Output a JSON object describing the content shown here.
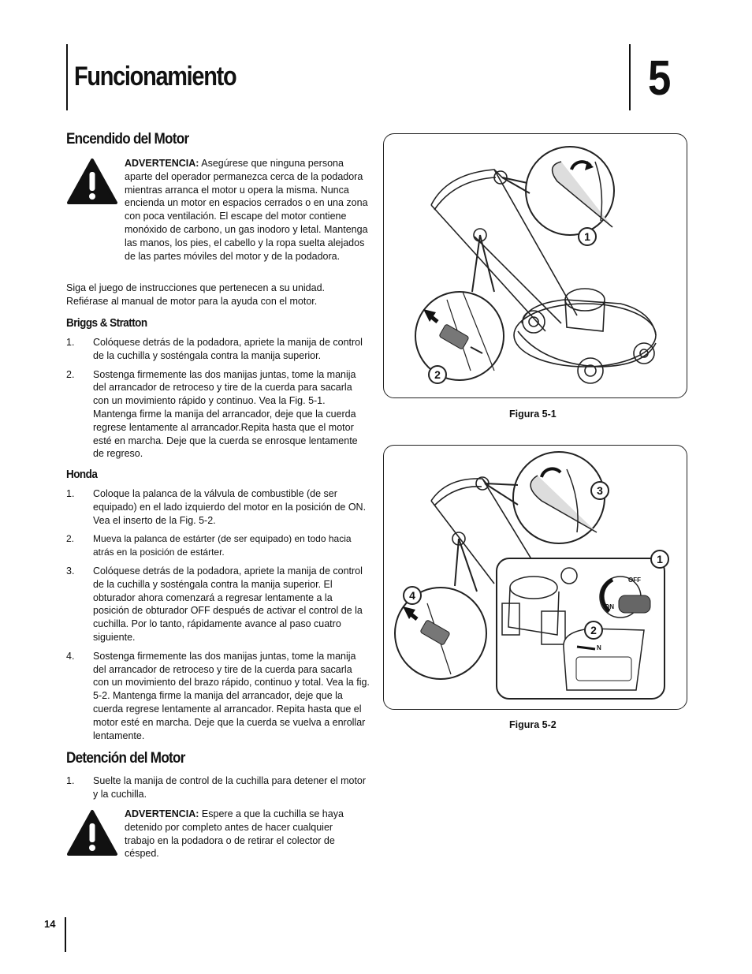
{
  "header": {
    "title": "Funcionamiento",
    "chapter_number": "5"
  },
  "section_start": {
    "heading": "Encendido del Motor",
    "warning_label": "ADVERTENCIA:",
    "warning_text": " Asegúrese que ninguna persona aparte del operador permanezca cerca de la podadora mientras arranca el motor u opera la misma. Nunca encienda un motor en espacios cerrados o en una zona con poca ventilación. El escape del motor contiene monóxido de carbono, un gas inodoro y letal. Mantenga las manos, los pies, el cabello y la ropa suelta alejados de las partes móviles del motor y de la podadora.",
    "intro": "Siga el juego de instrucciones que pertenecen a su unidad. Refiérase al manual de motor para la ayuda con el motor.",
    "briggs": {
      "heading": "Briggs & Stratton",
      "steps": [
        {
          "n": "1.",
          "text": "Colóquese detrás de la podadora, apriete la manija de control de la cuchilla y sosténgala contra la manija superior."
        },
        {
          "n": "2.",
          "text": "Sostenga firmemente las dos manijas juntas, tome la manija del arrancador de retroceso y tire de la cuerda para sacarla con un movimiento rápido y continuo. Vea la Fig. 5-1. Mantenga firme la manija del arrancador, deje que la cuerda regrese lentamente al arrancador.Repita hasta que el motor esté en marcha. Deje que la cuerda se enrosque lentamente de regreso."
        }
      ]
    },
    "honda": {
      "heading": "Honda",
      "steps": [
        {
          "n": "1.",
          "text": "Coloque la palanca de la válvula de combustible (de ser equipado) en el lado izquierdo del motor en la posición de ON. Vea el inserto de la Fig. 5-2."
        },
        {
          "n": "2.",
          "text": "Mueva la palanca de estárter (de ser equipado) en todo hacia atrás en la posición de estárter."
        },
        {
          "n": "3.",
          "text": "Colóquese detrás de la podadora, apriete la manija de control de la cuchilla y sosténgala contra la manija superior. El obturador ahora comenzará a regresar lentamente a la posición de obturador OFF después de activar el control de la cuchilla. Por lo tanto, rápidamente avance al paso cuatro siguiente."
        },
        {
          "n": "4.",
          "text": "Sostenga firmemente las dos manijas juntas, tome la manija del arrancador de retroceso y tire de la cuerda para sacarla con un movimiento del brazo rápido, continuo y total. Vea la fig. 5-2. Mantenga firme la manija del arrancador, deje que la cuerda regrese lentamente al arrancador. Repita hasta que el motor esté en marcha. Deje que la cuerda se vuelva a enrollar lentamente."
        }
      ]
    }
  },
  "section_stop": {
    "heading": "Detención del Motor",
    "steps": [
      {
        "n": "1.",
        "text": "Suelte la manija de control de la cuchilla para detener el motor y la cuchilla."
      }
    ],
    "warning_label": "ADVERTENCIA:",
    "warning_text": " Espere a que la cuchilla se haya detenido por completo antes de hacer cualquier trabajo en la podadora o de retirar el colector de césped."
  },
  "figure1": {
    "caption": "Figura 5-1",
    "callouts": [
      "1",
      "2"
    ]
  },
  "figure2": {
    "caption": "Figura 5-2",
    "callouts": [
      "1",
      "2",
      "3",
      "4"
    ],
    "inset_off": "OFF",
    "inset_on": "ON",
    "inset_n": "N"
  },
  "footer": {
    "page_number": "14"
  }
}
